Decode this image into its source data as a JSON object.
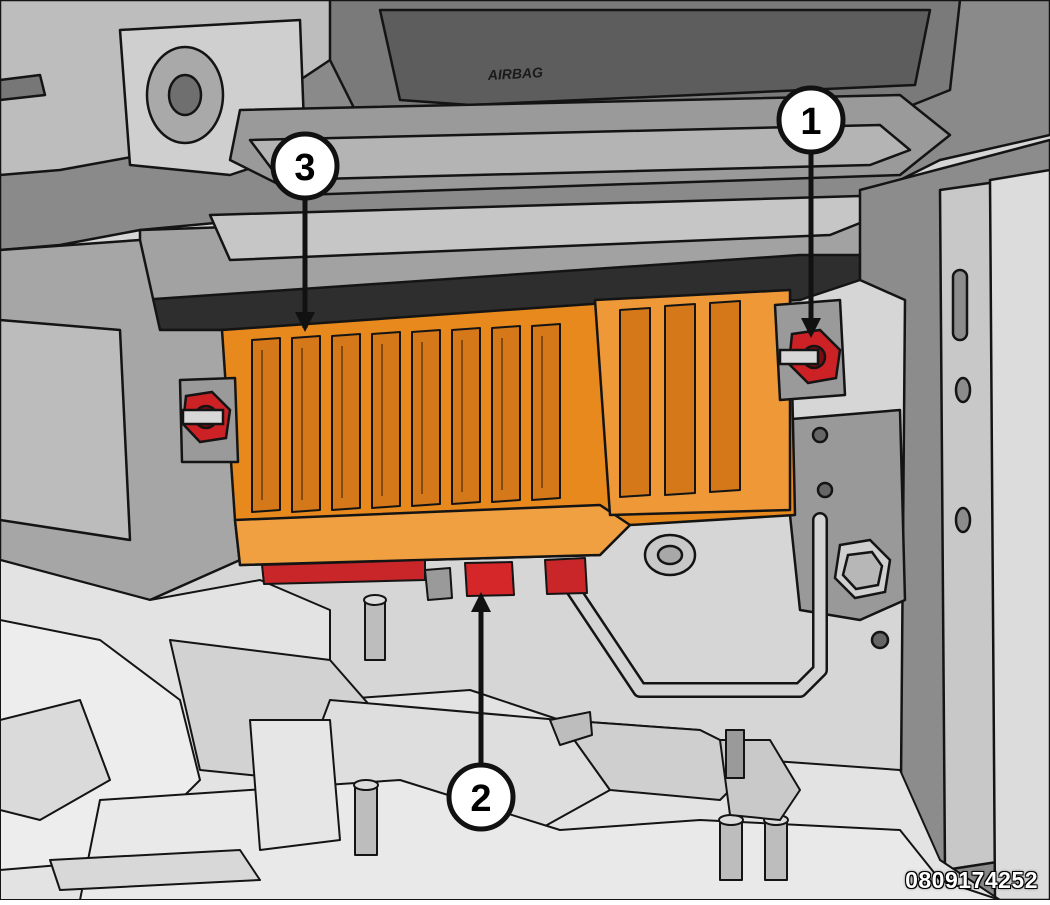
{
  "diagram": {
    "figure_id": "0809174252",
    "airbag_label": "AIRBAG",
    "callouts": [
      {
        "label": "1",
        "target": "mounting-nut-right"
      },
      {
        "label": "2",
        "target": "electrical-connector"
      },
      {
        "label": "3",
        "target": "control-module"
      }
    ]
  },
  "colors": {
    "background": "#d8d8d8",
    "structure_light": "#e6e6e6",
    "structure_mid": "#b9b9b9",
    "structure_dark": "#6d6d6d",
    "module": "#e8891e",
    "module_shadow": "#a3520c",
    "highlight_red": "#d5262a",
    "outline": "#141414"
  }
}
